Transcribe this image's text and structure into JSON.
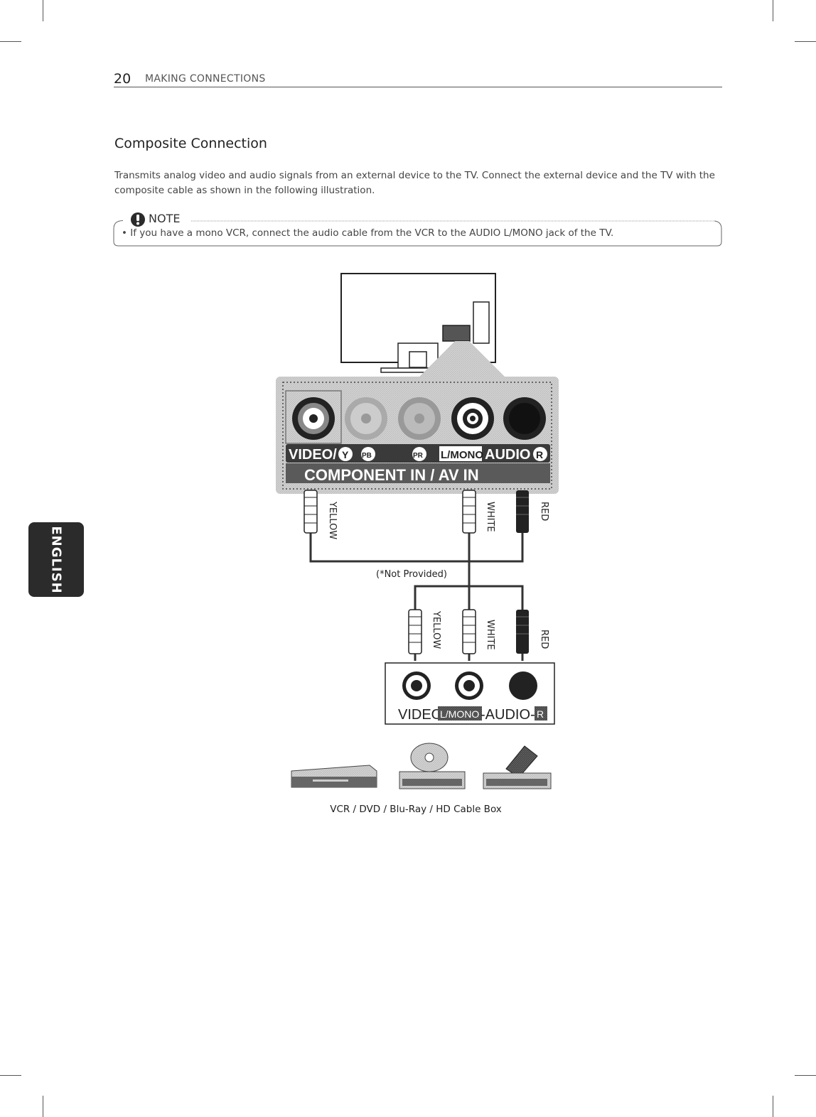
{
  "header": {
    "page_number": "20",
    "section": "MAKING CONNECTIONS"
  },
  "title": "Composite Connection",
  "intro": "Transmits analog video and audio signals from an external device to the TV. Connect the external device and the TV with the composite cable as shown in the following illustration.",
  "note": {
    "title": "NOTE",
    "bullet": "•  If you have a mono VCR, connect the audio cable from the VCR to the AUDIO L/MONO jack of the TV."
  },
  "side_tab": "ENGLISH",
  "diagram": {
    "tv_panel_labels": {
      "video": "VIDEO/",
      "y": "Y",
      "pb": "PB",
      "pr": "PR",
      "lmono": "L/MONO",
      "audio": "AUDIO",
      "r": "R"
    },
    "panel_title": "COMPONENT IN / AV IN",
    "cable_labels_top": [
      "YELLOW",
      "WHITE",
      "RED"
    ],
    "cable_labels_bottom": [
      "YELLOW",
      "WHITE",
      "RED"
    ],
    "not_provided": "(*Not Provided)",
    "device_panel": {
      "video": "VIDEO",
      "lmono": "L/MONO",
      "audio": "-AUDIO-",
      "r": "R"
    }
  },
  "caption": "VCR / DVD / Blu-Ray / HD Cable Box",
  "colors": {
    "text": "#222222",
    "dark_fill": "#2b2b2b",
    "panel_grey": "#bdbdbd"
  }
}
